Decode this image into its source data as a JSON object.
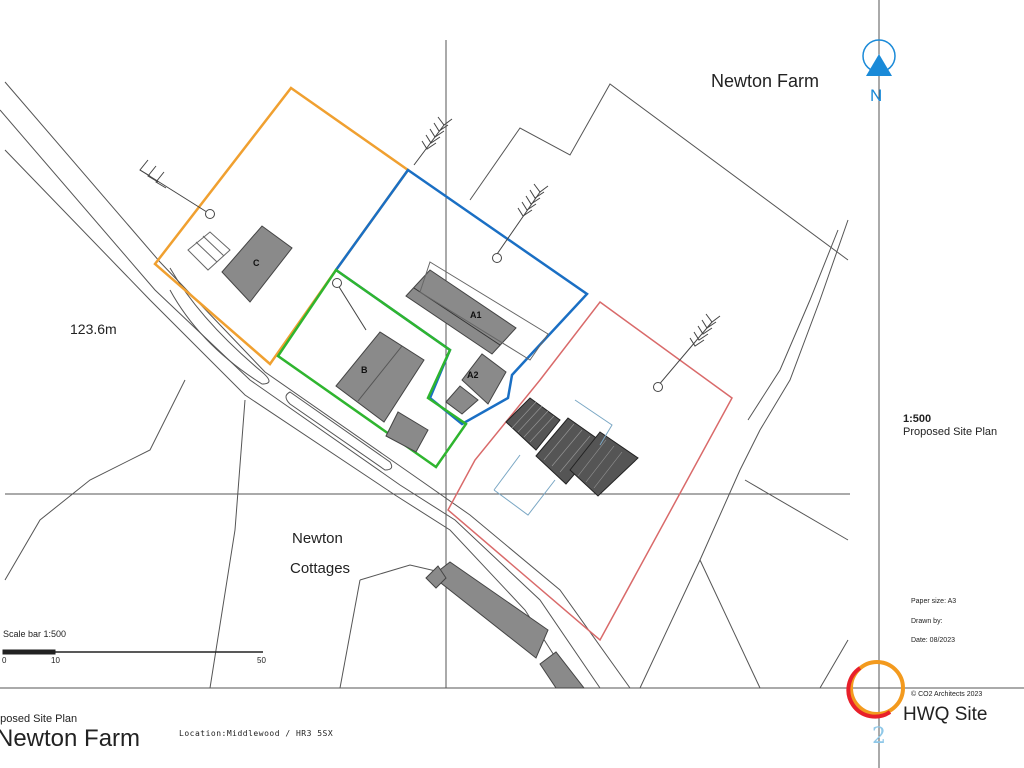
{
  "labels": {
    "newton_farm": "Newton Farm",
    "cottages_line1": "Newton",
    "cottages_line2": "Cottages",
    "elevation": "123.6m",
    "building_c": "C",
    "building_b": "B",
    "building_a1": "A1",
    "building_a2": "A2",
    "north": "N"
  },
  "title_block": {
    "scale": "1:500",
    "drawing_name": "Proposed Site Plan",
    "paper_size": "Paper size: A3",
    "drawn_by": "Drawn by:",
    "date": "Date: 08/2023",
    "copyright": "© CO2 Architects 2023",
    "site_name": "HWQ Site",
    "page_number": "2"
  },
  "footer": {
    "drawing_name": "oposed Site Plan",
    "project": "Newton Farm",
    "location": "Location:Middlewood / HR3 5SX"
  },
  "scale_bar": {
    "label": "Scale bar 1:500",
    "ticks": [
      "0",
      "10",
      "50"
    ]
  },
  "colors": {
    "orange_boundary": "#f0a030",
    "blue_boundary": "#1a6fc4",
    "green_boundary": "#2fb52f",
    "red_boundary": "#d96a6a",
    "north_arrow": "#1a8ad8",
    "logo_orange": "#f39a1e",
    "logo_red": "#e8202a"
  }
}
